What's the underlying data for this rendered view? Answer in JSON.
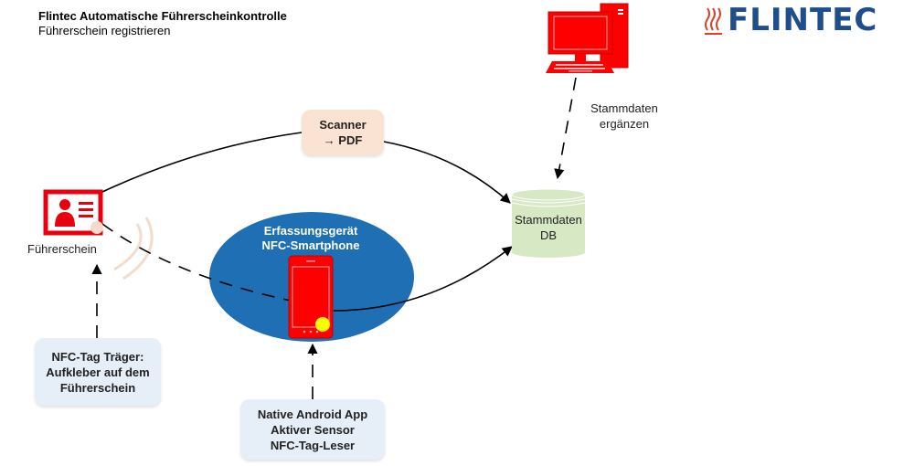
{
  "header": {
    "title": "Flintec Automatische Führerscheinkontrolle",
    "subtitle": "Führerschein registrieren"
  },
  "logo": {
    "text": "FLINTEC",
    "icon": "heat-waves-icon",
    "text_color": "#1f4e8c",
    "icon_color": "#d9432a"
  },
  "nodes": {
    "computer": {
      "icon": "desktop-computer-icon",
      "color": "#ff0000"
    },
    "stammdaten_note": {
      "line1": "Stammdaten",
      "line2": "ergänzen"
    },
    "database": {
      "line1": "Stammdaten",
      "line2": "DB",
      "icon": "database-cylinder-icon",
      "color": "#d6e8c4"
    },
    "scanner": {
      "line1": "Scanner",
      "line2": "→ PDF",
      "color": "#fbe3d3"
    },
    "license": {
      "label": "Führerschein",
      "icon": "id-card-icon",
      "color": "#e8000f"
    },
    "device": {
      "line1": "Erfassungsgerät",
      "line2": "NFC-Smartphone",
      "icon": "smartphone-icon",
      "ellipse_color": "#1f6fb5"
    },
    "nfc_tag_box": {
      "line1": "NFC-Tag Träger:",
      "line2": "Aufkleber auf dem",
      "line3": "Führerschein"
    },
    "native_app_box": {
      "line1": "Native Android App",
      "line2": "Aktiver Sensor",
      "line3": "NFC-Tag-Leser"
    }
  },
  "edges": [
    {
      "from": "license",
      "to": "database",
      "via": "scanner",
      "style": "solid"
    },
    {
      "from": "license",
      "to": "smartphone",
      "style": "dashed"
    },
    {
      "from": "smartphone",
      "to": "database",
      "style": "solid"
    },
    {
      "from": "computer",
      "to": "database",
      "style": "dashed"
    },
    {
      "from": "nfc_tag_box",
      "to": "license",
      "style": "dashed"
    },
    {
      "from": "native_app_box",
      "to": "device",
      "style": "dashed"
    }
  ]
}
